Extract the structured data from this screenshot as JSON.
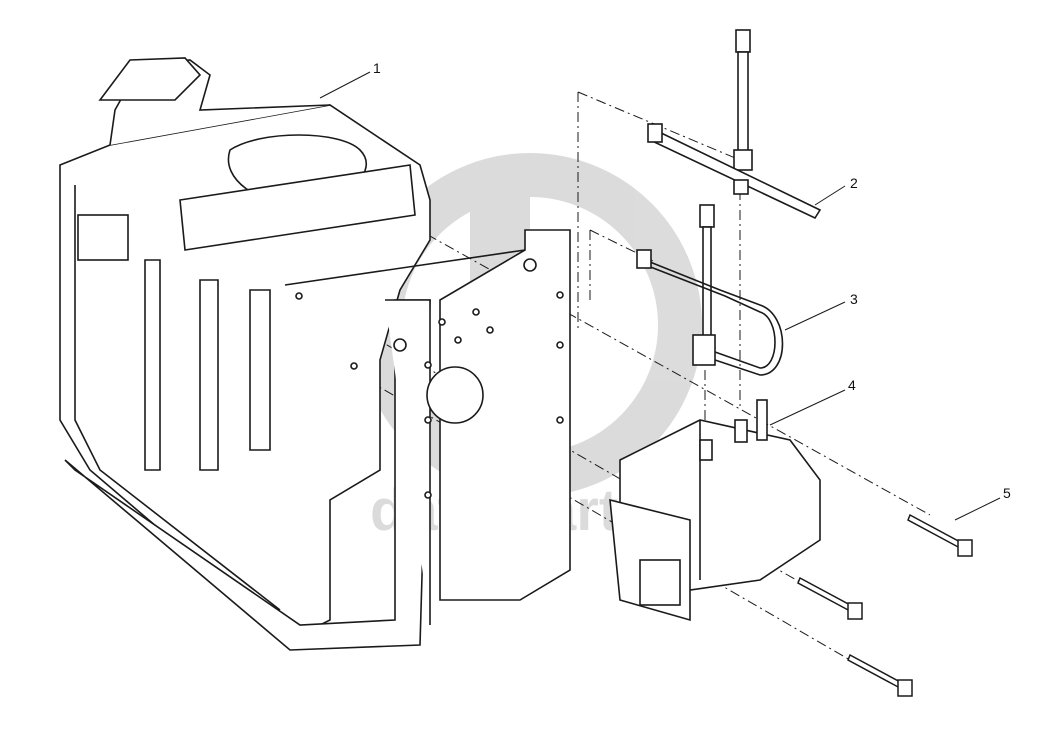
{
  "callouts": [
    {
      "id": "1",
      "label": "1"
    },
    {
      "id": "2",
      "label": "2"
    },
    {
      "id": "3",
      "label": "3"
    },
    {
      "id": "4",
      "label": "4"
    },
    {
      "id": "5",
      "label": "5"
    }
  ],
  "watermark": {
    "text": "data-parts",
    "color": "#bdbdbd"
  },
  "colors": {
    "line": "#1a1a1a",
    "background": "#ffffff"
  }
}
